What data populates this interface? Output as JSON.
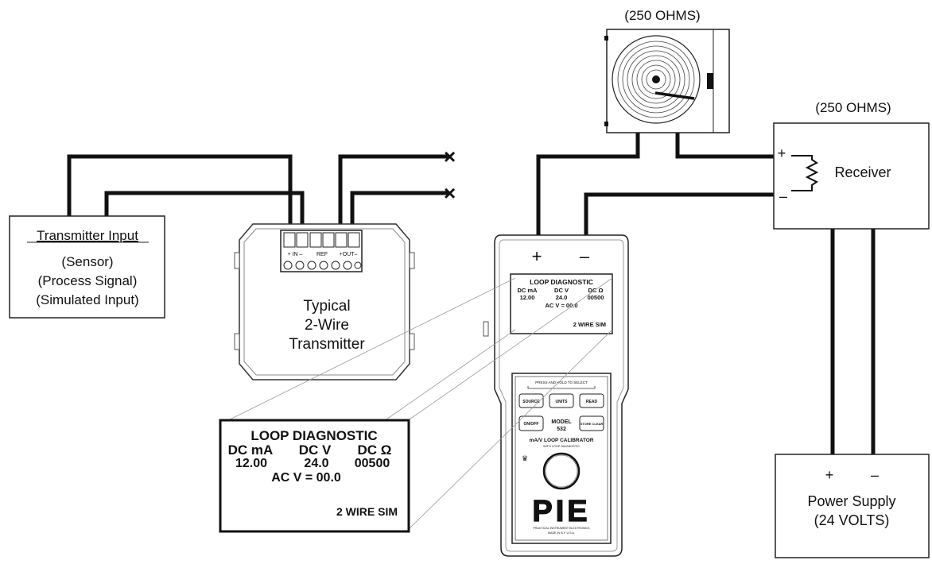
{
  "recorder": {
    "resistance_label": "(250 OHMS)"
  },
  "receiver": {
    "resistance_label": "(250 OHMS)",
    "label": "Receiver",
    "plus": "+",
    "minus": "–"
  },
  "transmitter_input": {
    "title": "Transmitter Input",
    "line1": "(Sensor)",
    "line2": "(Process Signal)",
    "line3": "(Simulated Input)"
  },
  "transmitter": {
    "line1": "Typical",
    "line2": "2-Wire",
    "line3": "Transmitter",
    "terminal_in": "+ IN –",
    "terminal_ref": "REF",
    "terminal_out": "+OUT–"
  },
  "calibrator": {
    "plus": "+",
    "minus": "–",
    "screen": {
      "title": "LOOP DIAGNOSTIC",
      "col1_head": "DC mA",
      "col2_head": "DC V",
      "col3_head": "DC Ω",
      "col1_val": "12.00",
      "col2_val": "24.0",
      "col3_val": "00500",
      "ac_line": "AC V =  00.0",
      "mode": "2 WIRE SIM"
    },
    "keypad_banner": "PRESS AND HOLD TO SELECT",
    "btn_source": "SOURCE",
    "btn_units": "UNITS",
    "btn_read": "READ",
    "btn_onoff": "ON/OFF",
    "btn_store": "STORE CLEAR",
    "model_label": "MODEL",
    "model_number": "532",
    "product_line": "mA/V LOOP CALIBRATOR",
    "product_sub": "WITH LOOP DIAGNOSTIC",
    "brand": "PIE",
    "maker_line1": "PRACTICAL INSTRUMENT ELECTRONICS",
    "maker_line2": "MADE IN N.Y. U.S.A."
  },
  "zoom_display": {
    "title": "LOOP DIAGNOSTIC",
    "col1_head": "DC  mA",
    "col2_head": "DC  V",
    "col3_head": "DC  Ω",
    "col1_val": "12.00",
    "col2_val": "24.0",
    "col3_val": "00500",
    "ac_line": "AC  V  =   00.0",
    "mode": "2 WIRE SIM"
  },
  "power_supply": {
    "plus": "+",
    "minus": "–",
    "line1": "Power Supply",
    "line2": "(24 VOLTS)"
  },
  "open_end_marker": "×"
}
